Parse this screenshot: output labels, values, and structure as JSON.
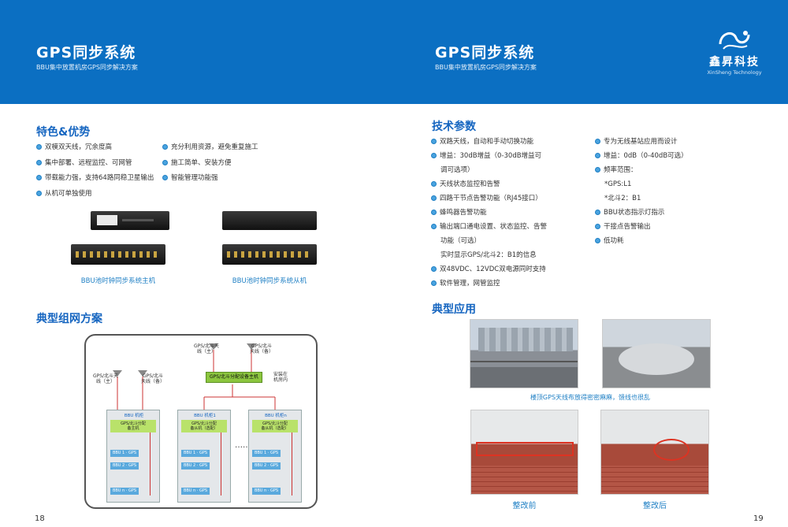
{
  "left_header": {
    "title": "GPS同步系统",
    "subtitle": "BBU集中放置机房GPS同步解决方案"
  },
  "right_header": {
    "title": "GPS同步系统",
    "subtitle": "BBU集中放置机房GPS同步解决方案"
  },
  "logo": {
    "name_cn": "鑫昇科技",
    "name_en": "XinSheng Technology"
  },
  "features": {
    "title": "特色&优势",
    "left_items": [
      "双模双天线，冗余度高",
      "集中部署、远程监控、可网管",
      "带载能力强，支持64路同稳卫星输出",
      "从机可单独使用"
    ],
    "right_items": [
      "充分利用资源，避免重复施工",
      "施工简单、安装方便",
      "智能管理功能强"
    ]
  },
  "devices": {
    "master_caption": "BBU池时钟同步系统主机",
    "slave_caption": "BBU池时钟同步系统从机"
  },
  "network": {
    "title": "典型组网方案",
    "antenna_main_left": "GPS/北斗天\n线（主）",
    "antenna_backup_left": "GPS/北斗\n天线（备）",
    "antenna_main_top": "GPS/北斗天\n线（主）",
    "antenna_backup_top": "GPS/北斗\n天线（备）",
    "main_device": "GPS/北斗分配设备主机",
    "install_note": "安装在\n机房内",
    "dots_top": "……",
    "dots_mid": "……",
    "racks": [
      {
        "title": "BBU 机柜",
        "device": "GPS/北斗分配\n备主机",
        "slots": [
          "BBU 1 · GPS",
          "BBU 2 · GPS",
          "BBU n · GPS"
        ]
      },
      {
        "title": "BBU 机柜1",
        "device": "GPS/北斗分配\n备从机（选配）",
        "slots": [
          "BBU 1 · GPS",
          "BBU 2 · GPS",
          "BBU n · GPS"
        ]
      },
      {
        "title": "BBU 机柜n",
        "device": "GPS/北斗分配\n备从机（选配）",
        "slots": [
          "BBU 1 · GPS",
          "BBU 2 · GPS",
          "BBU n · GPS"
        ]
      }
    ]
  },
  "specs": {
    "title": "技术参数",
    "left_items": [
      {
        "bullet": true,
        "text": "双路天线，自动和手动切换功能"
      },
      {
        "bullet": true,
        "text": "增益：30dB增益（0-30dB增益可"
      },
      {
        "bullet": false,
        "text": "调可选项）"
      },
      {
        "bullet": true,
        "text": "天线状态监控和告警"
      },
      {
        "bullet": true,
        "text": "四路干节点告警功能（RJ45接口）"
      },
      {
        "bullet": true,
        "text": "蜂鸣器告警功能"
      },
      {
        "bullet": true,
        "text": "输出端口通电设置、状态监控、告警"
      },
      {
        "bullet": false,
        "text": "功能（可选）"
      },
      {
        "bullet": false,
        "text": "实时显示GPS/北斗2：B1的信息"
      },
      {
        "bullet": true,
        "text": "双48VDC、12VDC双电源同时支持"
      },
      {
        "bullet": true,
        "text": "软件管理，网管监控"
      }
    ],
    "right_items": [
      {
        "bullet": true,
        "text": "专为无线基站应用而设计"
      },
      {
        "bullet": true,
        "text": "增益：0dB（0-40dB可选）"
      },
      {
        "bullet": true,
        "text": "频率范围："
      },
      {
        "bullet": false,
        "text": "*GPS:L1"
      },
      {
        "bullet": false,
        "text": "*北斗2：B1"
      },
      {
        "bullet": true,
        "text": "BBU状态指示灯指示"
      },
      {
        "bullet": true,
        "text": "干接点告警输出"
      },
      {
        "bullet": true,
        "text": "低功耗"
      }
    ]
  },
  "applications": {
    "title": "典型应用",
    "rooftop_caption": "楼顶GPS天线布放得密密麻麻，馈线也很乱",
    "before_caption": "整改前",
    "after_caption": "整改后"
  },
  "page_numbers": {
    "left": "18",
    "right": "19"
  },
  "colors": {
    "header_bg": "#0b6fc2",
    "accent": "#1565c0",
    "caption": "#1e7fc4"
  }
}
